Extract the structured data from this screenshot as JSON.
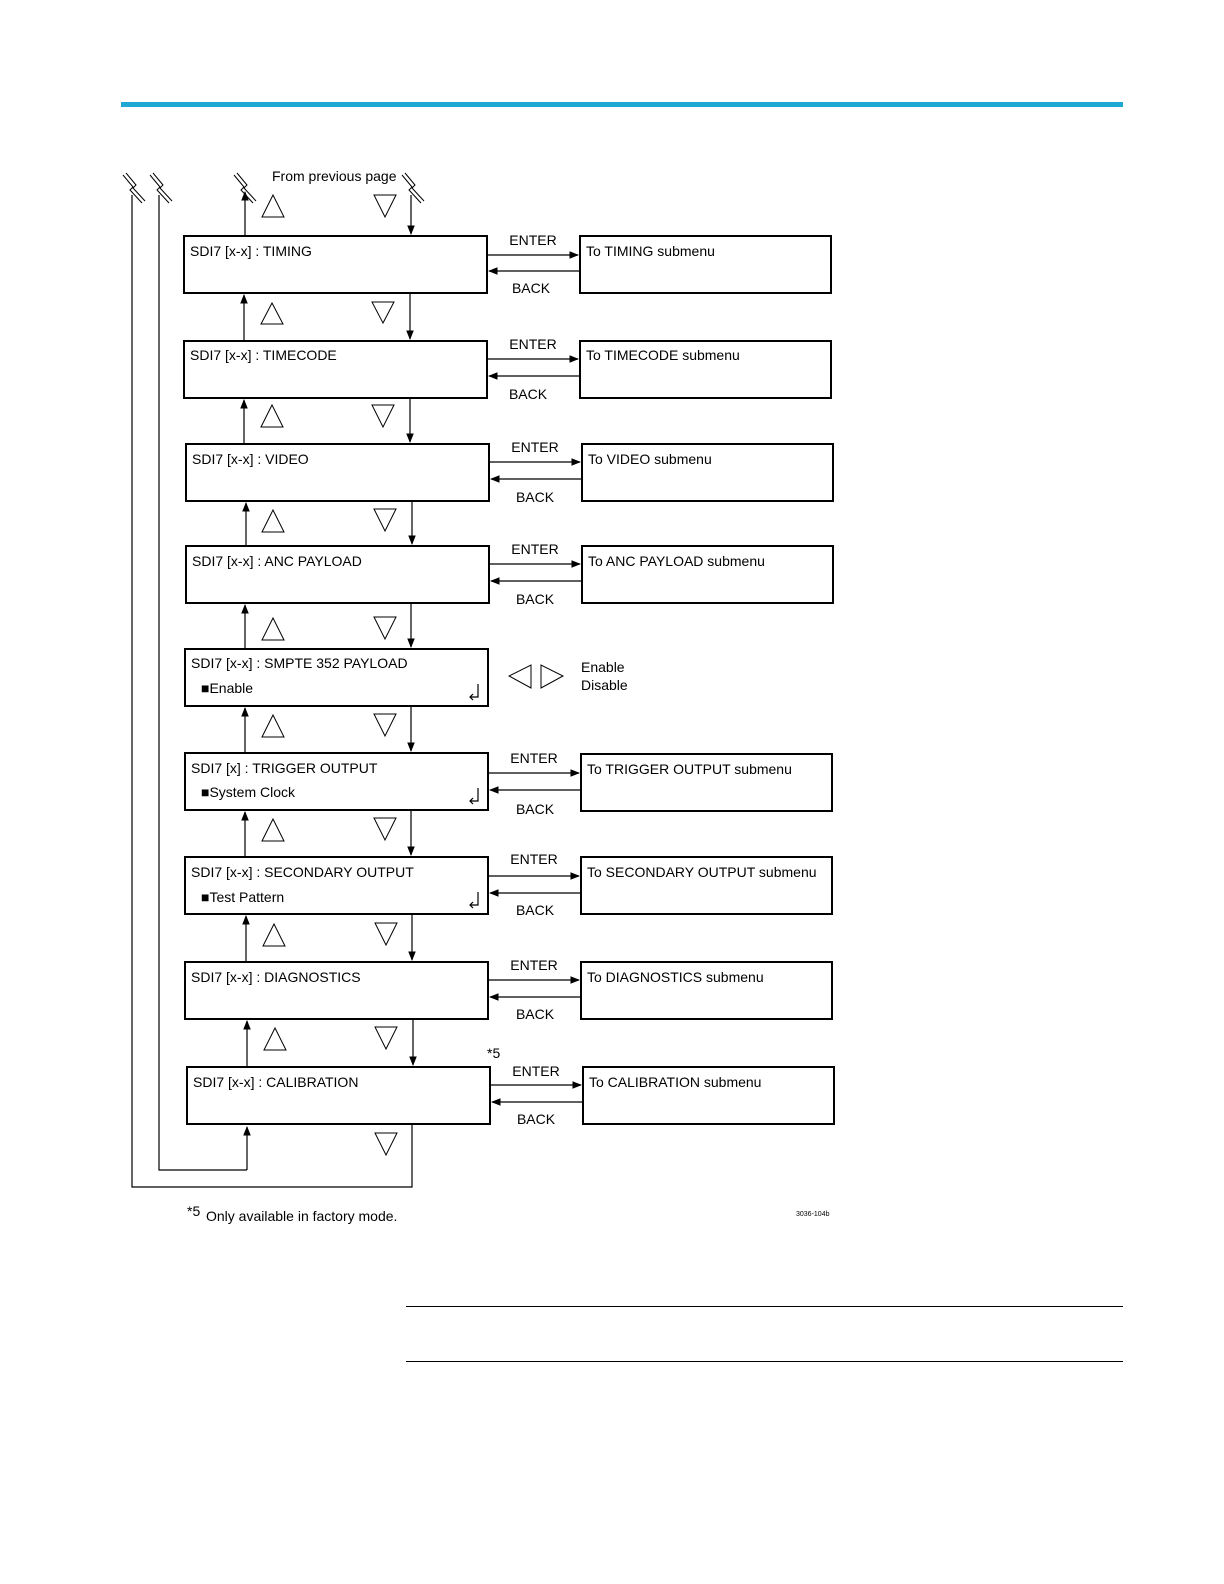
{
  "page": {
    "accent_color": "#1fa8d4"
  },
  "diagram": {
    "from_previous_page": "From previous page",
    "enter_label": "ENTER",
    "back_label": "BACK",
    "menu_items": [
      {
        "label": "SDI7 [x-x] : TIMING",
        "value": "",
        "submenu": "To TIMING submenu",
        "has_enter_back": true,
        "return_symbol": false
      },
      {
        "label": "SDI7 [x-x] : TIMECODE",
        "value": "",
        "submenu": "To TIMECODE submenu",
        "has_enter_back": true,
        "return_symbol": false
      },
      {
        "label": "SDI7 [x-x] : VIDEO",
        "value": "",
        "submenu": "To VIDEO submenu",
        "has_enter_back": true,
        "return_symbol": false
      },
      {
        "label": "SDI7 [x-x] : ANC PAYLOAD",
        "value": "",
        "submenu": "To ANC PAYLOAD submenu",
        "has_enter_back": true,
        "return_symbol": false
      },
      {
        "label": "SDI7 [x-x] : SMPTE 352 PAYLOAD",
        "value": "■Enable",
        "submenu": "",
        "has_enter_back": false,
        "return_symbol": true,
        "options": [
          "Enable",
          "Disable"
        ]
      },
      {
        "label": "SDI7 [x] : TRIGGER OUTPUT",
        "value": "■System Clock",
        "submenu": "To TRIGGER OUTPUT submenu",
        "has_enter_back": true,
        "return_symbol": true
      },
      {
        "label": "SDI7 [x-x] : SECONDARY OUTPUT",
        "value": "■Test Pattern",
        "submenu": "To SECONDARY OUTPUT submenu",
        "has_enter_back": true,
        "return_symbol": true
      },
      {
        "label": "SDI7 [x-x] : DIAGNOSTICS",
        "value": "",
        "submenu": "To DIAGNOSTICS submenu",
        "has_enter_back": true,
        "return_symbol": false
      },
      {
        "label": "SDI7 [x-x] : CALIBRATION",
        "value": "",
        "submenu": "To CALIBRATION submenu",
        "has_enter_back": true,
        "return_symbol": false,
        "footnote_mark": "*5"
      }
    ],
    "footnote_mark": "*5",
    "footnote_text": "Only available in factory mode.",
    "figure_id": "3036-104b"
  }
}
